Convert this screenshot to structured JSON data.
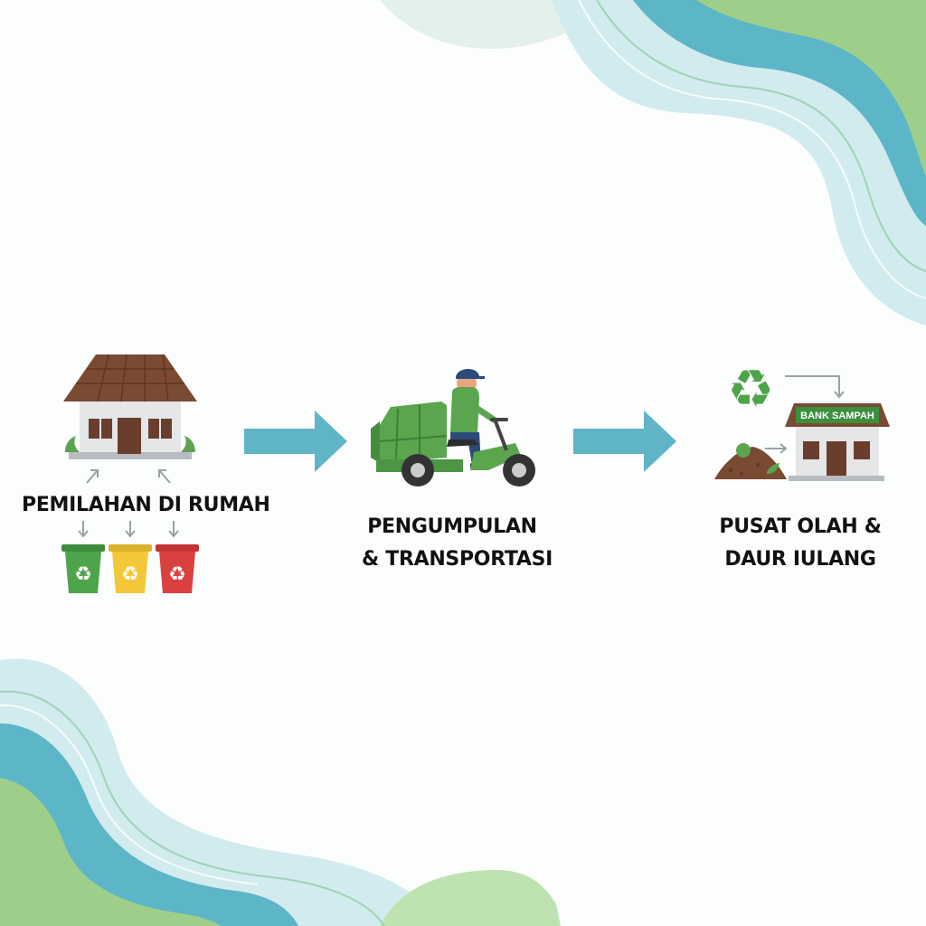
{
  "colors": {
    "arrow": "#5fb4c6",
    "wave_teal": "#5cb6c8",
    "wave_green": "#9ecf8a",
    "wave_light": "#d8edee",
    "roof": "#7a4a33",
    "bin_green": "#4ea44a",
    "bin_yellow": "#f2c83a",
    "bin_red": "#d94040",
    "vehicle_green": "#5aa54e",
    "sign_green": "#3b8f3d"
  },
  "icons": [
    "house-icon",
    "trash-bins-icon",
    "garbage-motorcycle-icon",
    "recycle-icon",
    "compost-pile-icon",
    "waste-bank-building-icon",
    "flow-arrow-icon"
  ],
  "steps": [
    {
      "label": "PEMILAHAN DI RUMAH"
    },
    {
      "label_line1": "PENGUMPULAN",
      "label_line2": "& TRANSPORTASI"
    },
    {
      "label_line1": "PUSAT OLAH &",
      "label_line2": "DAUR IULANG",
      "sign": "BANK SAMPAH"
    }
  ]
}
